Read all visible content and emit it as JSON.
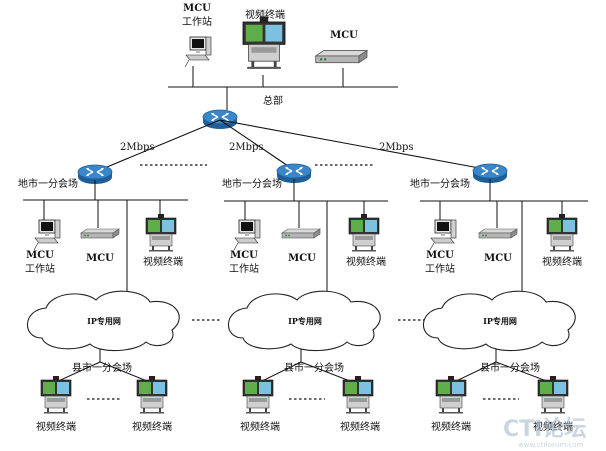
{
  "hq": {
    "mcu_workstation": [
      "MCU",
      "工作站"
    ],
    "video_terminal": "视频终端",
    "mcu": "MCU",
    "label": "总部"
  },
  "links": {
    "left": "2Mbps",
    "middle": "2Mbps",
    "right": "2Mbps"
  },
  "city_branches": [
    {
      "label": "地市一分会场",
      "mcu_workstation": [
        "MCU",
        "工作站"
      ],
      "mcu": "MCU",
      "video_terminal": "视频终端",
      "cloud": "IP专用网"
    },
    {
      "label": "地市一分会场",
      "mcu_workstation": [
        "MCU",
        "工作站"
      ],
      "mcu": "MCU",
      "video_terminal": "视频终端",
      "cloud": "IP专用网"
    },
    {
      "label": "地市一分会场",
      "mcu_workstation": [
        "MCU",
        "工作站"
      ],
      "mcu": "MCU",
      "video_terminal": "视频终端",
      "cloud": "IP专用网"
    }
  ],
  "county_branches": [
    {
      "label": "县市一分会场",
      "terminals": [
        "视频终端",
        "视频终端"
      ]
    },
    {
      "label": "县市一分会场",
      "terminals": [
        "视频终端",
        "视频终端"
      ]
    },
    {
      "label": "县市一分会场",
      "terminals": [
        "视频终端",
        "视频终端"
      ]
    }
  ],
  "watermark": {
    "logo": "CTI论坛",
    "url": "www.ctiforum.com"
  },
  "colors": {
    "router": "#3a86c8",
    "router_dark": "#1e5f99",
    "terminal_screen": "#5fae4a",
    "cloud_stroke": "#222222"
  }
}
